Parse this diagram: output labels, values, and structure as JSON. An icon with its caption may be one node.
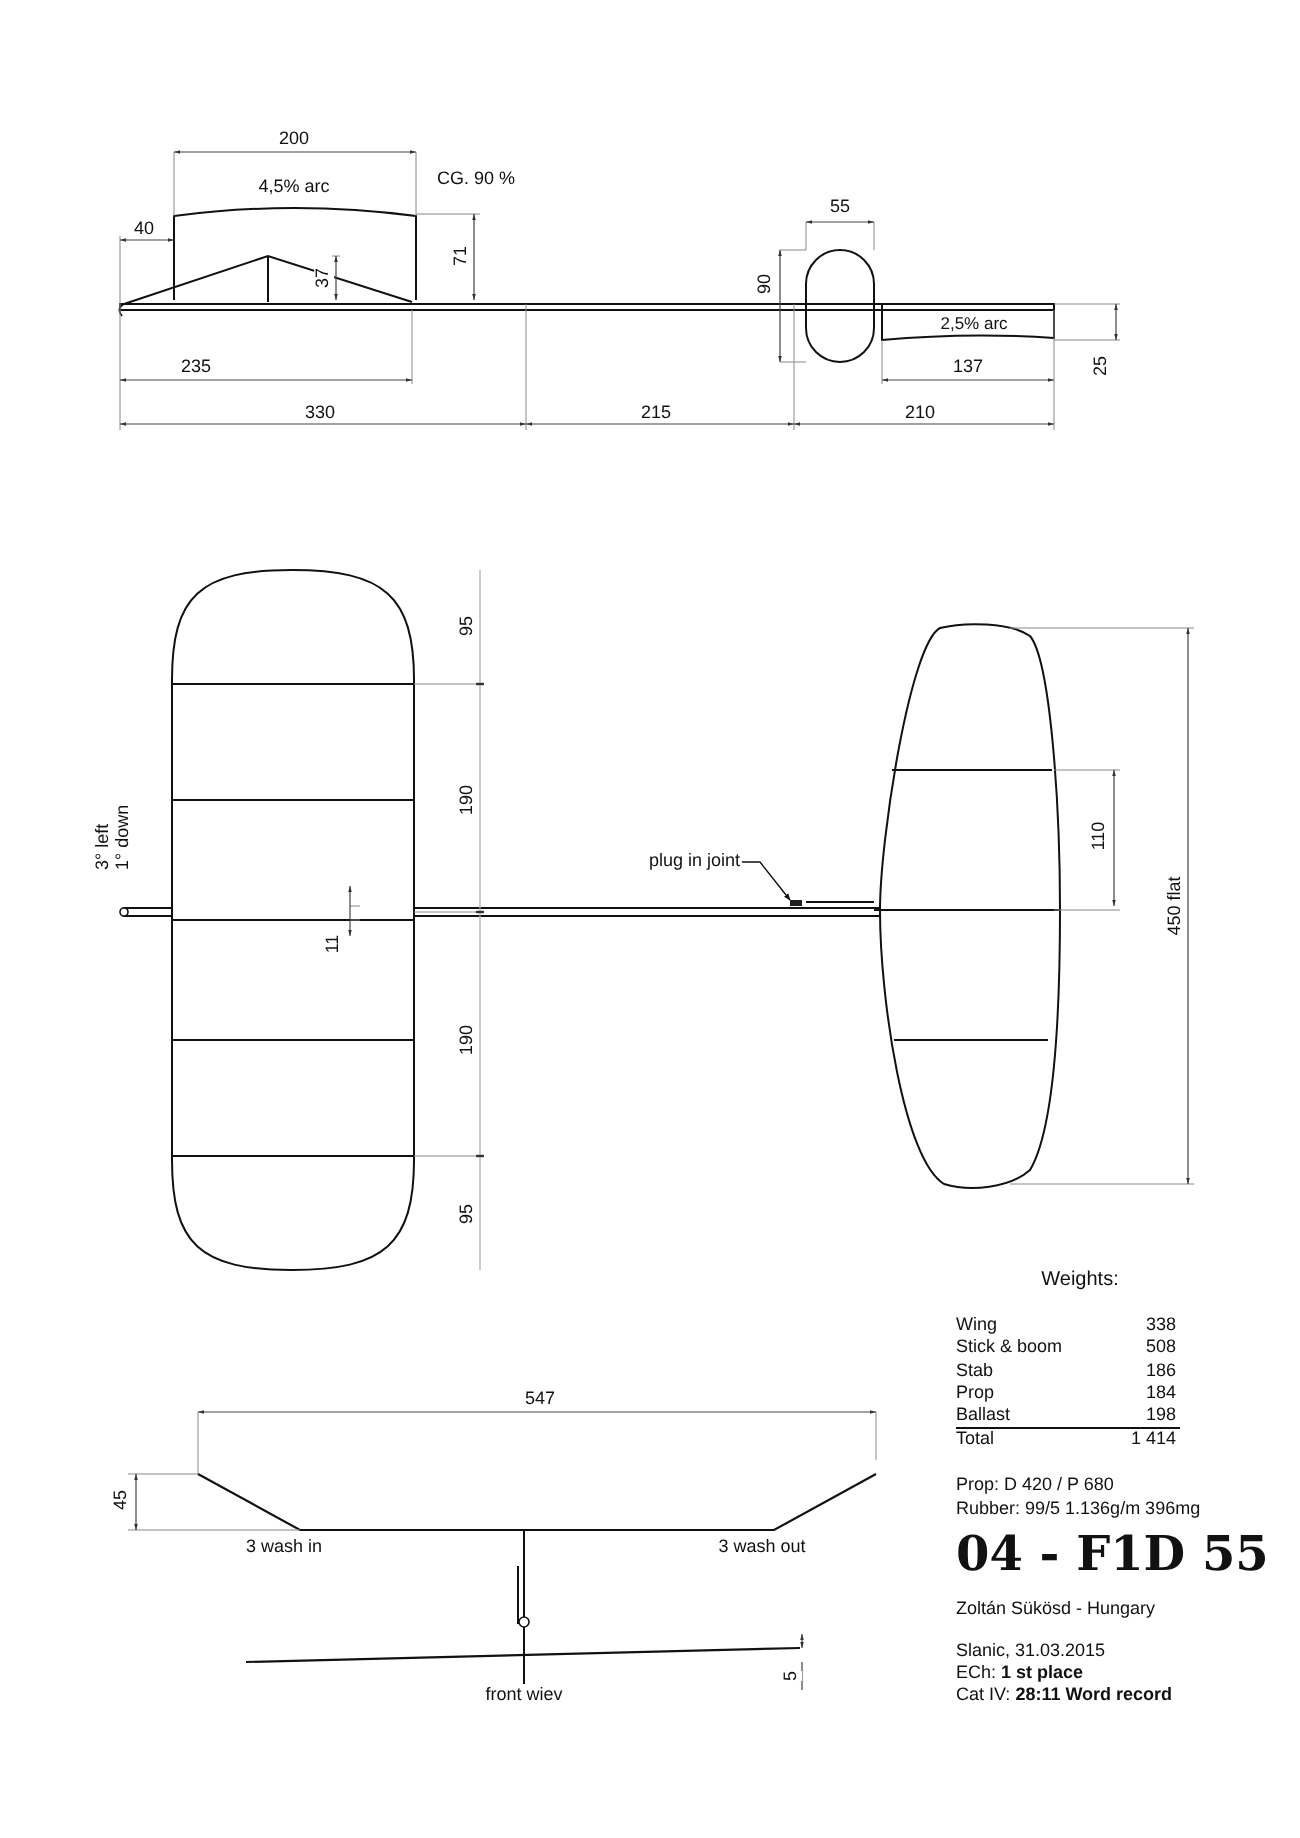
{
  "diagram": {
    "nodes": [
      {
        "text": [
          "plug in joint"
        ]
      },
      {
        "text": [],
        "shape": "box"
      }
    ],
    "edges": [
      {
        "from": 0,
        "to": 1,
        "arrow": "to"
      }
    ],
    "labels": [
      "200",
      "4,5% arc",
      "CG. 90 %",
      "40",
      "71",
      "37",
      "55",
      "90",
      "2,5% arc",
      "235",
      "137",
      "25",
      "330",
      "215",
      "210",
      "95",
      "3° left 1° down",
      "190",
      "110",
      "11",
      "450 flat",
      "190",
      "95",
      "Weights:",
      "Wing",
      "338",
      "Stick & boom",
      "508",
      "Stab",
      "186",
      "Prop",
      "184",
      "Ballast",
      "198",
      "Total",
      "1 414",
      "547",
      "45",
      "Prop: D 420 / P 680",
      "Rubber: 99/5  1.136g/m 396mg",
      "3 wash in",
      "3 wash out",
      "04 - F1D 55",
      "Zoltán Sükösd - Hungary",
      "5",
      "Slanic, 31.03.2015",
      "front wiev",
      "ECh: **1 st place**",
      "Cat IV: **28:11 Word record**"
    ]
  }
}
